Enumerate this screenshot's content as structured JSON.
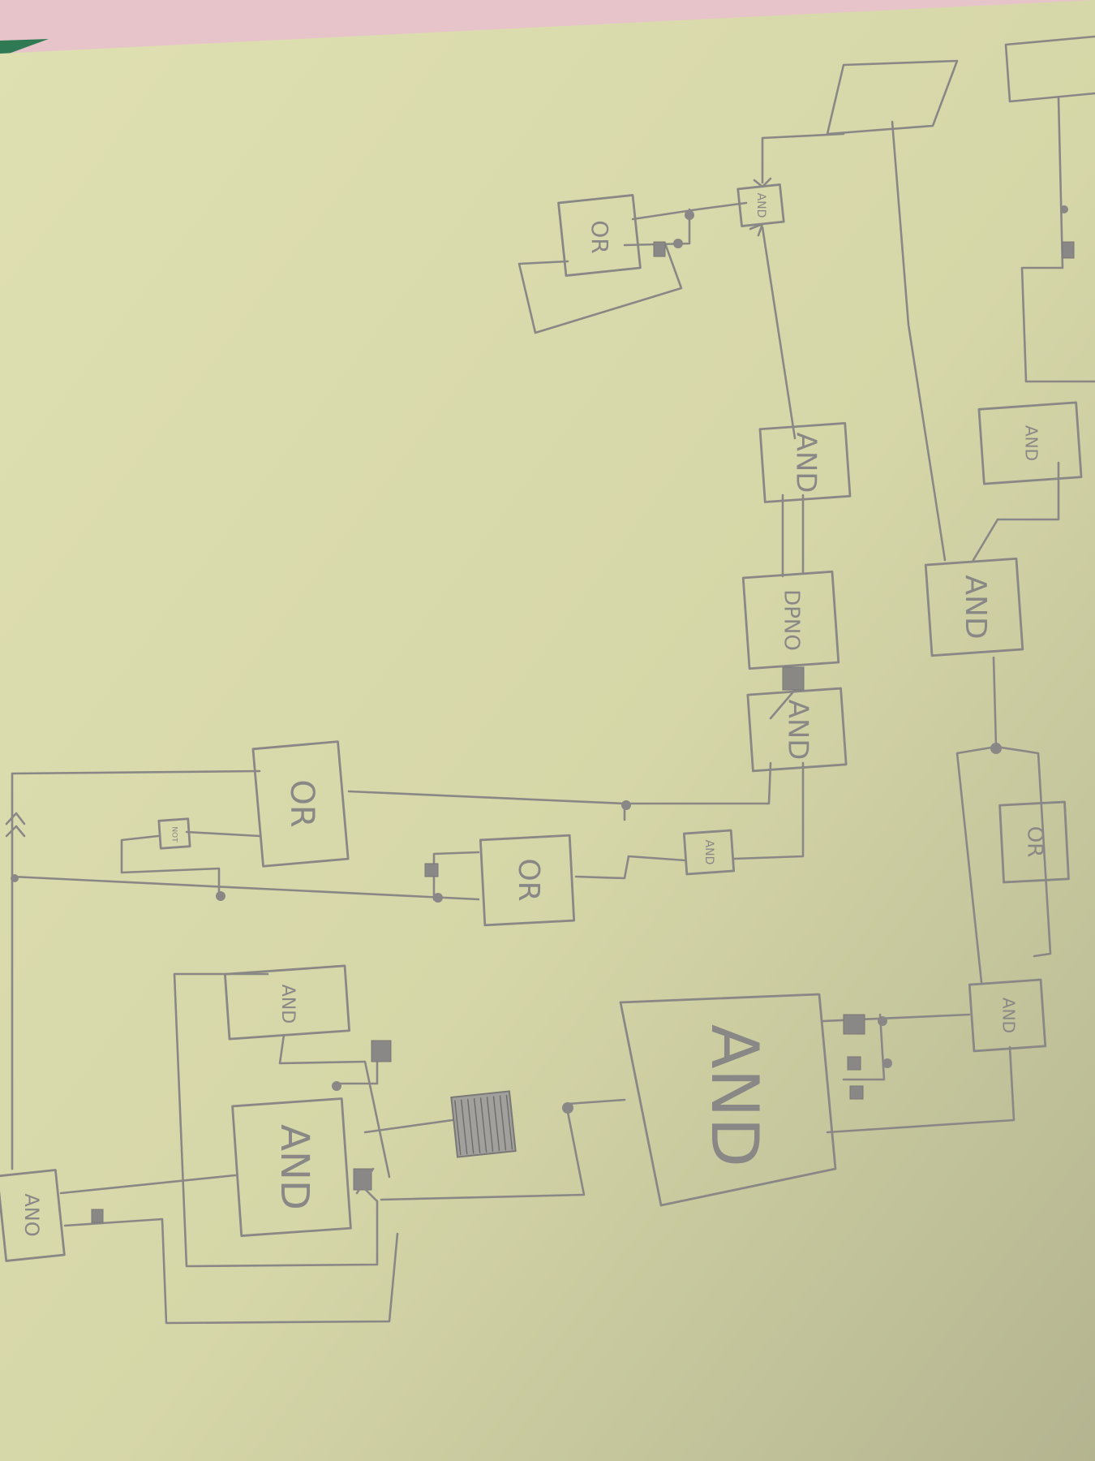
{
  "gates": [
    {
      "id": "or-top-left",
      "label": "OR"
    },
    {
      "id": "and-small-top",
      "label": "AND"
    },
    {
      "id": "and-upper",
      "label": "AND"
    },
    {
      "id": "dpno",
      "label": "DPNO"
    },
    {
      "id": "and-middle",
      "label": "AND"
    },
    {
      "id": "or-large",
      "label": "OR"
    },
    {
      "id": "or-middle",
      "label": "OR"
    },
    {
      "id": "and-tiny",
      "label": "AND"
    },
    {
      "id": "and-right-small",
      "label": "AND"
    },
    {
      "id": "and-right-tall",
      "label": "AND"
    },
    {
      "id": "or-right",
      "label": "OR"
    },
    {
      "id": "and-lower-right",
      "label": "AND"
    },
    {
      "id": "and-big",
      "label": "AND"
    },
    {
      "id": "and-lower-left-top",
      "label": "AND"
    },
    {
      "id": "and-lower-left",
      "label": "AND"
    },
    {
      "id": "and-bottom-edge",
      "label": "ANO"
    },
    {
      "id": "tiny-not",
      "label": "NOT"
    }
  ],
  "colors": {
    "paper": "#dcdcad",
    "ink": "#8a8886",
    "background": "#e7c4c9"
  }
}
